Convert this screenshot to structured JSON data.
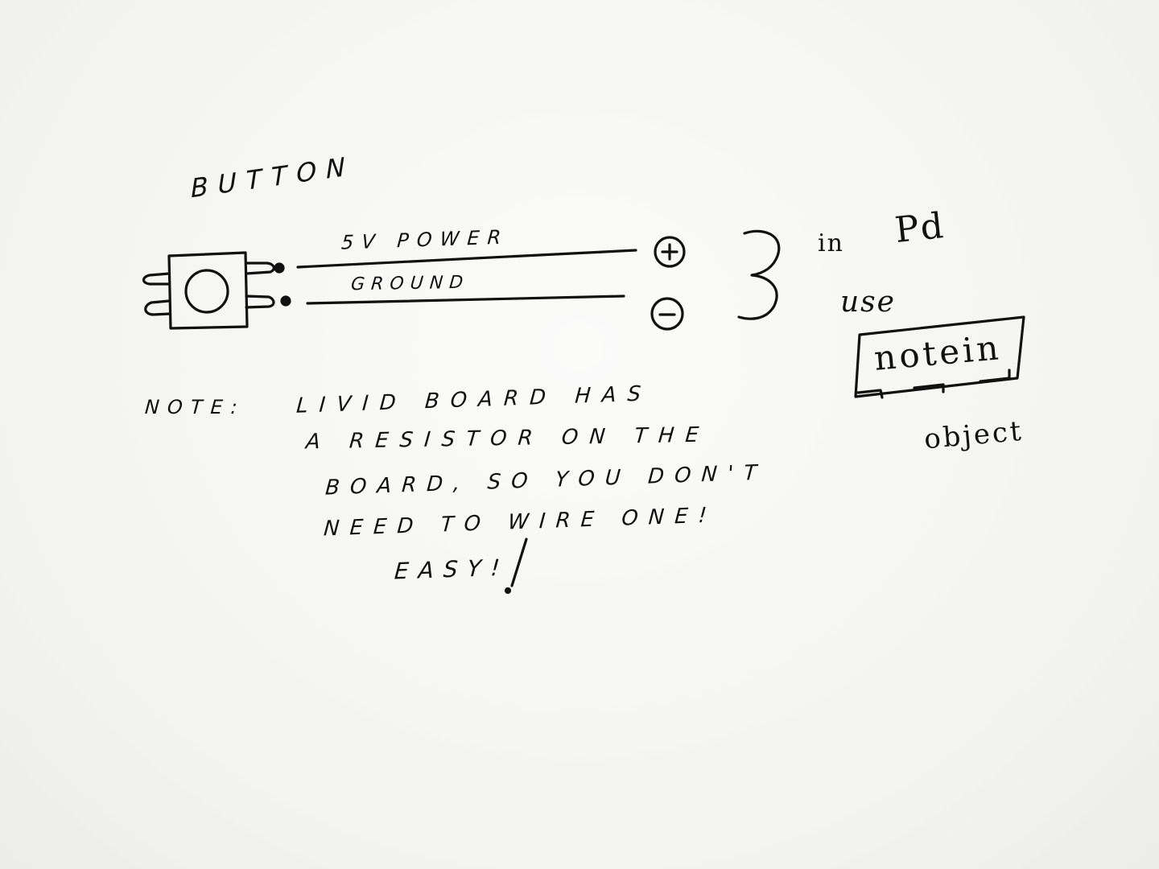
{
  "diagram": {
    "button_label": "BUTTON",
    "power_label": "5V POWER",
    "ground_label": "GROUND",
    "plus_symbol": "+",
    "minus_symbol": "−",
    "in_label": "in",
    "pd_label": "Pd",
    "use_label": "use",
    "notein_label": "notein",
    "object_label": "object"
  },
  "note": {
    "heading": "NOTE:",
    "lines": [
      "LIVID BOARD HAS",
      "A RESISTOR ON THE",
      "BOARD, SO YOU DON'T",
      "NEED TO WIRE ONE!",
      "EASY!"
    ]
  },
  "colors": {
    "paper": "#f4f4f2",
    "ink": "#111111"
  }
}
